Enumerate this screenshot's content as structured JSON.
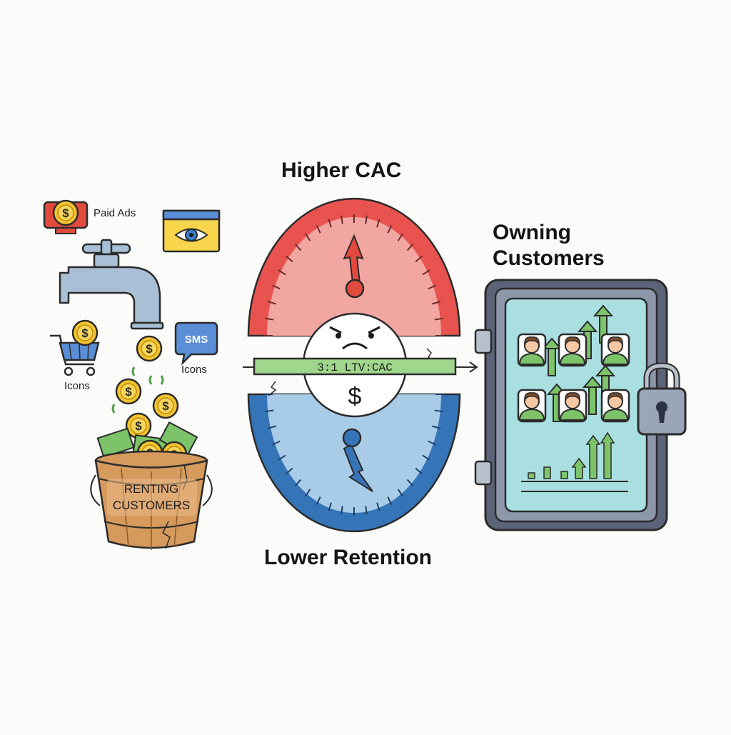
{
  "gauge": {
    "top_label": "Higher CAC",
    "bottom_label": "Lower Retention",
    "ratio_label": "3:1 LTV:CAC",
    "dollar_symbol": "$",
    "colors": {
      "top": "#e8534f",
      "top_fill": "#f2a6a2",
      "bottom": "#3674b8",
      "bottom_fill": "#a8cbe8",
      "band": "#9fd68b"
    }
  },
  "left": {
    "paid_ads_label": "Paid Ads",
    "sms_label": "SMS",
    "icons_label_right": "Icons",
    "icons_label_left": "Icons",
    "bucket_label_line1": "RENTING",
    "bucket_label_line2": "CUSTOMERS",
    "coin_symbol": "$",
    "icons": [
      "money-screen-icon",
      "eye-browser-icon",
      "faucet-icon",
      "shopping-cart-icon",
      "sms-bubble-icon",
      "coin-icon",
      "cash-bucket-icon"
    ]
  },
  "right": {
    "title_line1": "Owning",
    "title_line2": "Customers",
    "icons": [
      "safe-icon",
      "person-icon",
      "growth-arrow-icon",
      "padlock-icon",
      "bar-chart-icon"
    ]
  }
}
